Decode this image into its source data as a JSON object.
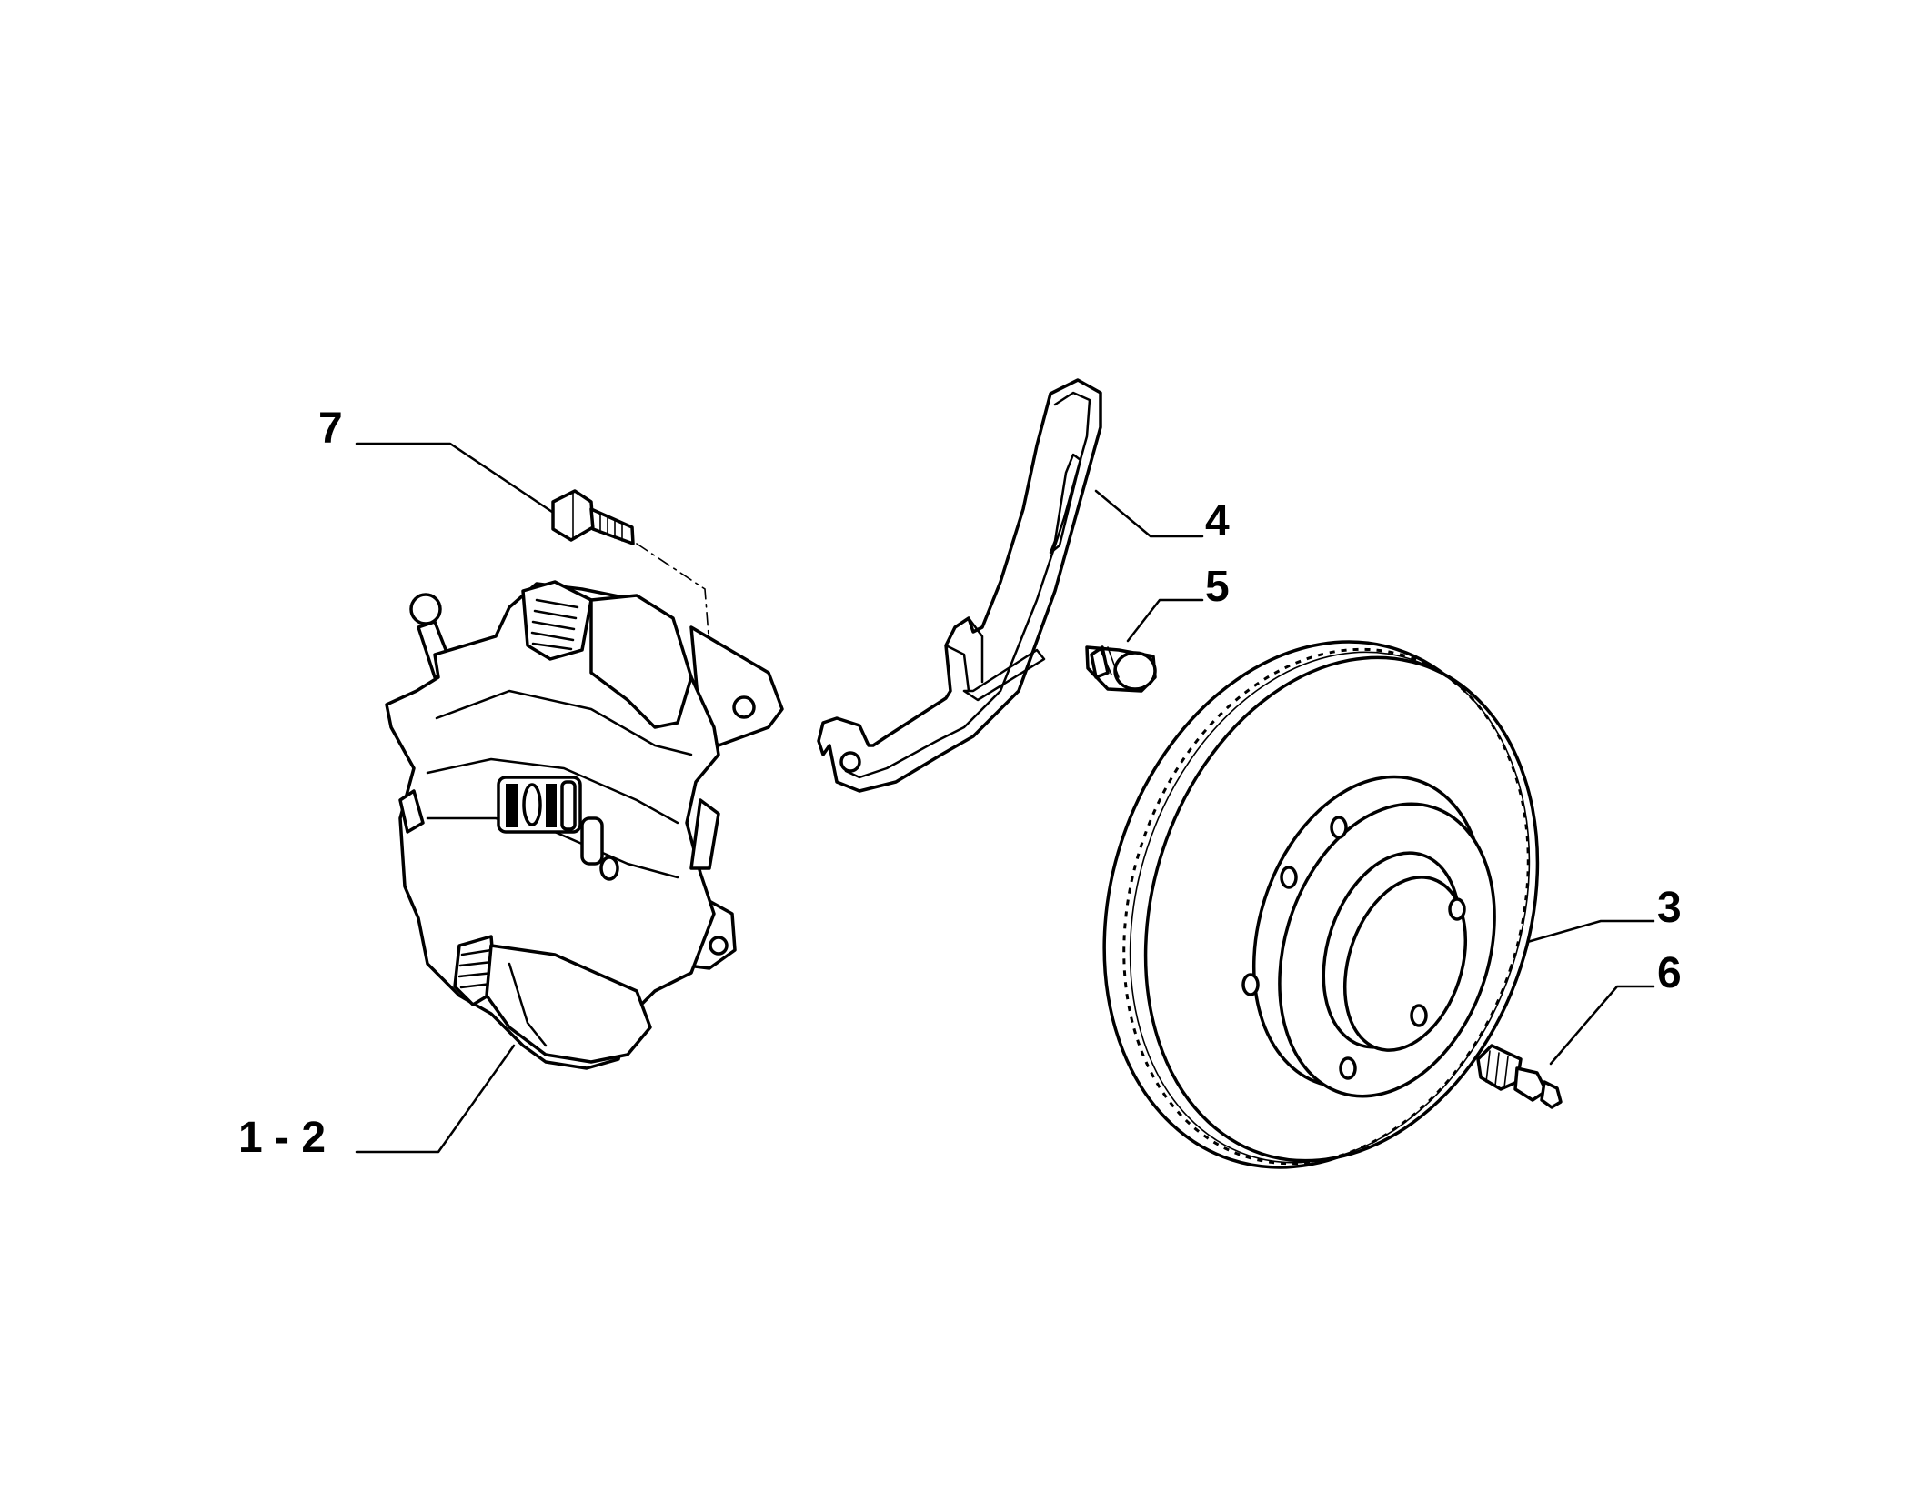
{
  "diagram": {
    "callouts": {
      "caliper": "1 - 2",
      "disc": "3",
      "shield": "4",
      "shield_bolt": "5",
      "disc_screw": "6",
      "caliper_bolt": "7"
    }
  }
}
